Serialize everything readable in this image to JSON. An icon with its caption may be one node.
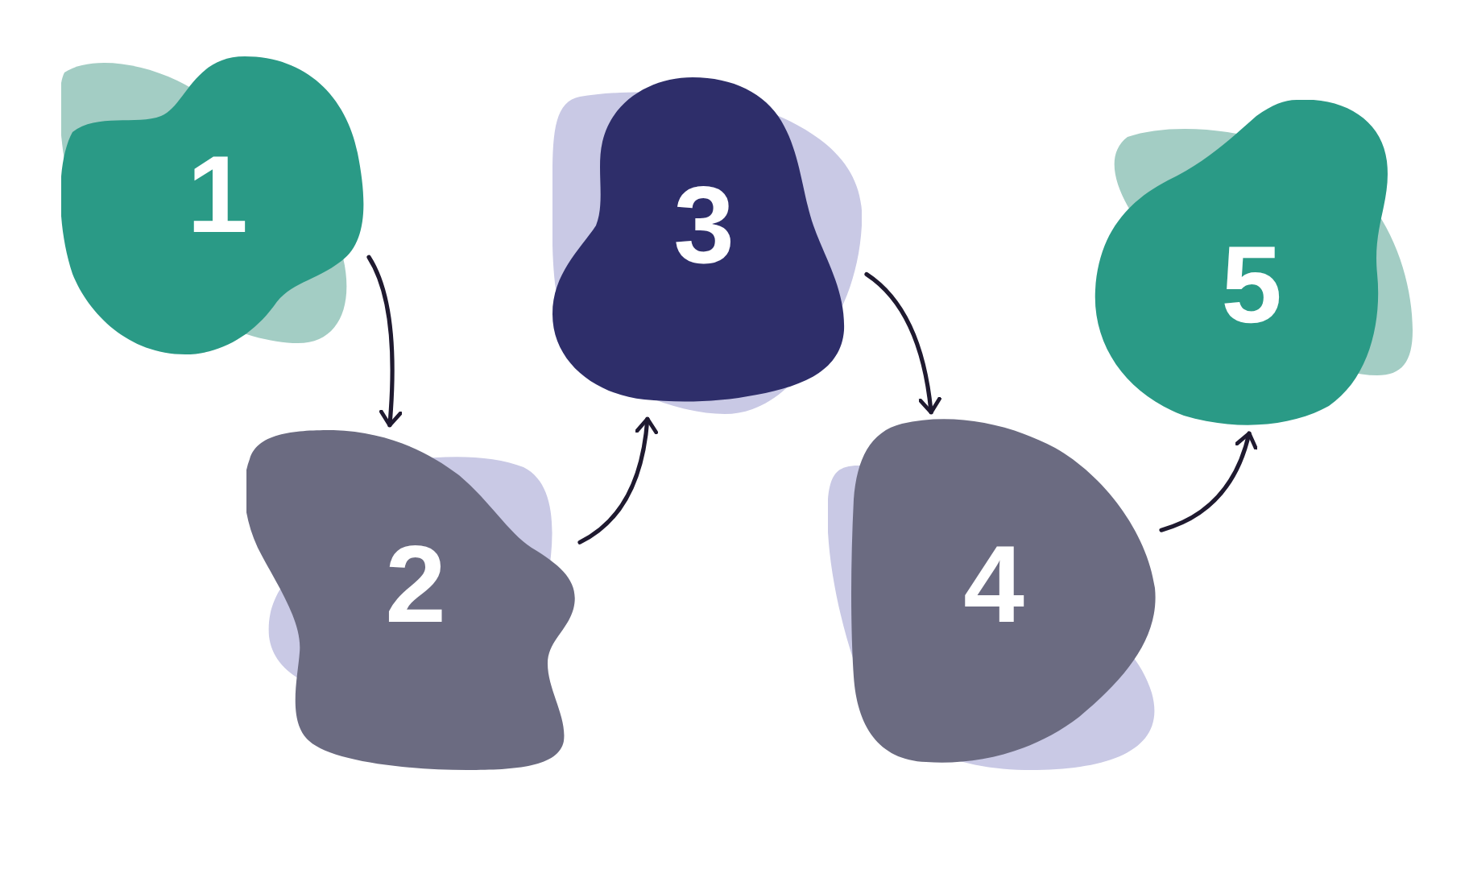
{
  "diagram": {
    "nodes": [
      {
        "text": [
          "1"
        ]
      },
      {
        "text": [
          "2"
        ]
      },
      {
        "text": [
          "3"
        ]
      },
      {
        "text": [
          "4"
        ]
      },
      {
        "text": [
          "5"
        ]
      }
    ],
    "edges": [
      {
        "from": 0,
        "to": 1,
        "arrow": "to"
      },
      {
        "from": 1,
        "to": 2,
        "arrow": "to"
      },
      {
        "from": 2,
        "to": 3,
        "arrow": "to"
      },
      {
        "from": 3,
        "to": 4,
        "arrow": "to"
      }
    ]
  }
}
